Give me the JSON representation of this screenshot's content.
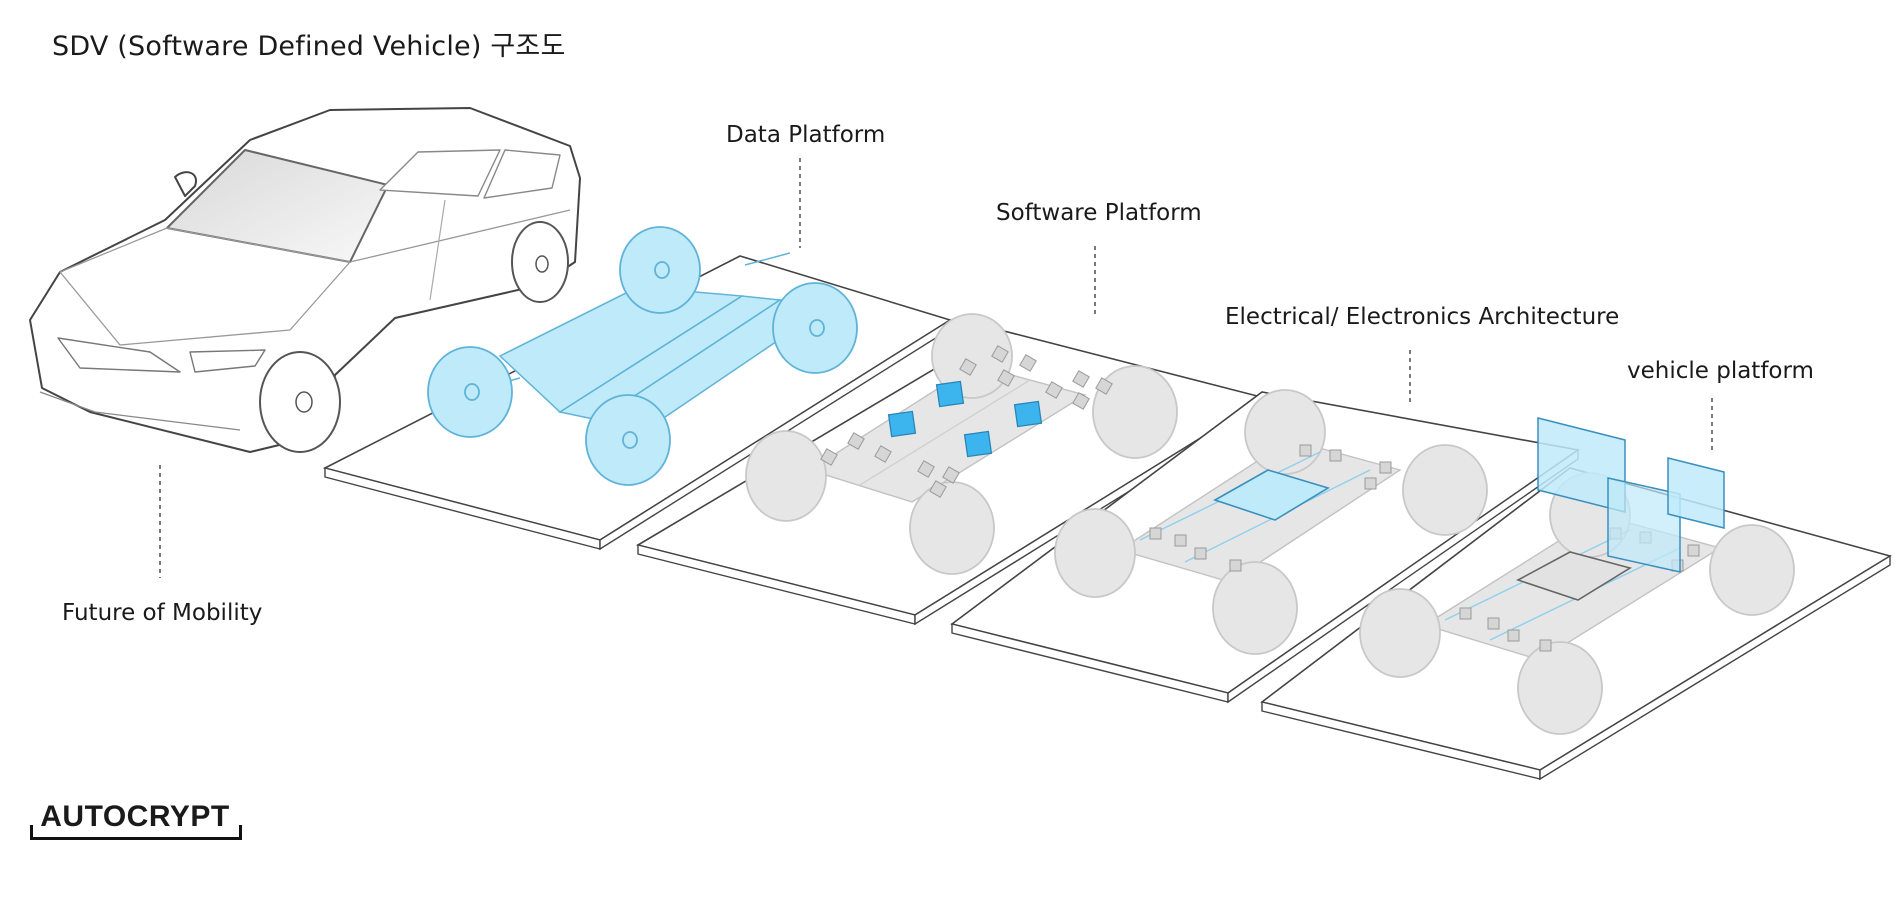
{
  "title": "SDV (Software Defined Vehicle) 구조도",
  "labels": {
    "future": "Future of Mobility",
    "data_platform": "Data Platform",
    "software_platform": "Software Platform",
    "ee_architecture": "Electrical/ Electronics Architecture",
    "vehicle_platform": "vehicle platform"
  },
  "brand": "AUTOCRYPT",
  "colors": {
    "accent_fill": "#bfeafa",
    "accent_stroke": "#5fb3d8",
    "module_blue": "#3cb4ee",
    "chassis_gray": "#e6e6e6",
    "outline": "#444444",
    "line_gray": "#bdbdbd"
  }
}
